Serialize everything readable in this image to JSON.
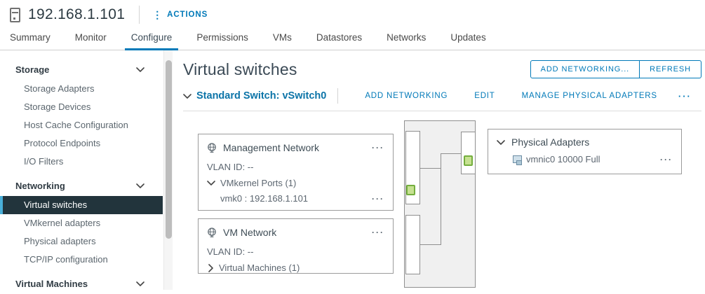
{
  "colors": {
    "accent": "#0079b8",
    "selected_nav_bg": "#22343c",
    "selected_nav_accent": "#49afd9",
    "port_green_fill": "#c6e191",
    "port_green_border": "#74ae3e"
  },
  "icons": {
    "ellipsis": "···",
    "actions_dots": "⋮"
  },
  "header": {
    "host": "192.168.1.101",
    "actions": "ACTIONS"
  },
  "tabs": {
    "items": [
      {
        "label": "Summary"
      },
      {
        "label": "Monitor"
      },
      {
        "label": "Configure",
        "active": true
      },
      {
        "label": "Permissions"
      },
      {
        "label": "VMs"
      },
      {
        "label": "Datastores"
      },
      {
        "label": "Networks"
      },
      {
        "label": "Updates"
      }
    ]
  },
  "sidebar": {
    "sections": [
      {
        "label": "Storage",
        "items": [
          "Storage Adapters",
          "Storage Devices",
          "Host Cache Configuration",
          "Protocol Endpoints",
          "I/O Filters"
        ]
      },
      {
        "label": "Networking",
        "items": [
          "Virtual switches",
          "VMkernel adapters",
          "Physical adapters",
          "TCP/IP configuration"
        ],
        "selected": "Virtual switches"
      },
      {
        "label": "Virtual Machines",
        "items": []
      }
    ]
  },
  "main": {
    "title": "Virtual switches",
    "buttons": {
      "add_networking": "ADD NETWORKING...",
      "refresh": "REFRESH"
    },
    "switch_section": {
      "title": "Standard Switch: vSwitch0",
      "actions": [
        "ADD NETWORKING",
        "EDIT",
        "MANAGE PHYSICAL ADAPTERS"
      ]
    },
    "diagram": {
      "management": {
        "title": "Management Network",
        "vlan": "VLAN ID: --",
        "ports_group": "VMkernel Ports (1)",
        "port": "vmk0 : 192.168.1.101"
      },
      "vm_network": {
        "title": "VM Network",
        "vlan": "VLAN ID: --",
        "vms_group": "Virtual Machines (1)"
      },
      "physical": {
        "title": "Physical Adapters",
        "nic": "vmnic0 10000 Full"
      }
    }
  }
}
